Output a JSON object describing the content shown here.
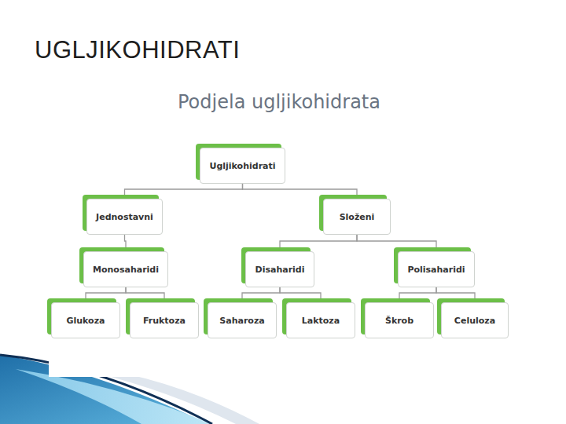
{
  "diagram": {
    "title": "UGLJIKOHIDRATI",
    "nodes": [
      {
        "text": [
          "Ugljikohidrati"
        ]
      },
      {
        "text": [
          "Jednostavni"
        ]
      },
      {
        "text": [
          "Složeni"
        ]
      },
      {
        "text": [
          "Monosaharidi"
        ]
      },
      {
        "text": [
          "Disaharidi"
        ]
      },
      {
        "text": [
          "Polisaharidi"
        ]
      },
      {
        "text": [
          "Glukoza"
        ]
      },
      {
        "text": [
          "Fruktoza"
        ]
      },
      {
        "text": [
          "Saharoza"
        ]
      },
      {
        "text": [
          "Laktoza"
        ]
      },
      {
        "text": [
          "Škrob"
        ]
      },
      {
        "text": [
          "Celuloza"
        ]
      }
    ],
    "edges": [
      {
        "from": 0,
        "to": 1,
        "arrow": "none"
      },
      {
        "from": 0,
        "to": 2,
        "arrow": "none"
      },
      {
        "from": 1,
        "to": 3,
        "arrow": "none"
      },
      {
        "from": 2,
        "to": 4,
        "arrow": "none"
      },
      {
        "from": 2,
        "to": 5,
        "arrow": "none"
      },
      {
        "from": 3,
        "to": 6,
        "arrow": "none"
      },
      {
        "from": 3,
        "to": 7,
        "arrow": "none"
      },
      {
        "from": 4,
        "to": 8,
        "arrow": "none"
      },
      {
        "from": 4,
        "to": 9,
        "arrow": "none"
      },
      {
        "from": 5,
        "to": 10,
        "arrow": "none"
      },
      {
        "from": 5,
        "to": 11,
        "arrow": "none"
      }
    ],
    "labels": [
      "Podjela ugljikohidrata"
    ]
  }
}
